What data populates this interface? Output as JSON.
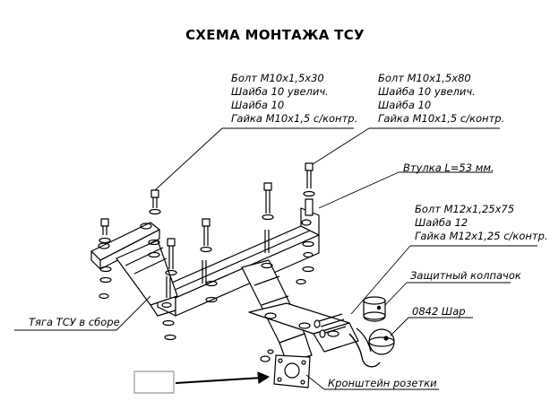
{
  "title": "СХЕМА МОНТАЖА ТСУ",
  "labels": {
    "left_group": [
      "Болт М10х1,5х30",
      "Шайба 10 увелич.",
      "Шайба 10",
      "Гайка М10х1,5 с/контр."
    ],
    "right_group": [
      "Болт М10х1,5х80",
      "Шайба 10 увелич.",
      "Шайба 10",
      "Гайка М10х1,5 с/контр."
    ],
    "sleeve": "Втулка L=53 мм.",
    "ball_group": [
      "Болт М12х1,25х75",
      "Шайба 12",
      "Гайка М12х1,25 с/контр."
    ],
    "cap": "Защитный колпачок",
    "ball": "0842 Шар",
    "rod": "Тяга ТСУ в сборе",
    "bracket": "Кронштейн розетки"
  },
  "colors": {
    "line": "#000000",
    "paper": "#ffffff"
  }
}
